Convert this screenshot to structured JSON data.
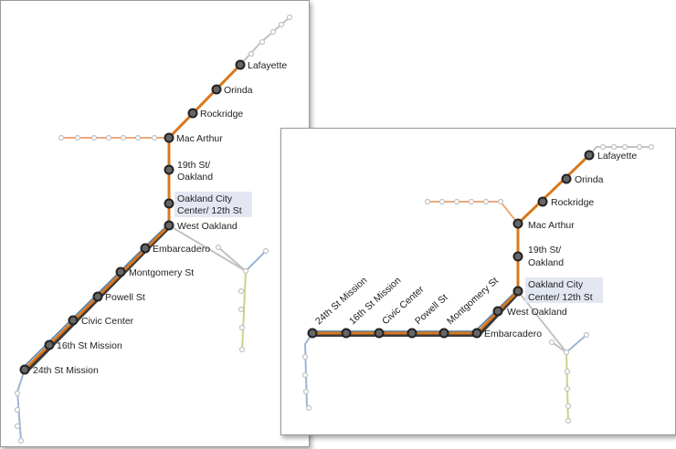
{
  "colors": {
    "trunk_orange": "#d9781e",
    "trunk_dark": "#3a3a3a",
    "trunk_blue": "#4a7aa6",
    "branch_orange": "#f0a878",
    "branch_gray": "#c2c2c2",
    "branch_yellow": "#cfd08c",
    "branch_blue": "#9bb6d6",
    "station_fill": "#666666",
    "station_ring": "#222222",
    "minor_stop": "#ffffff",
    "label_highlight": "#e3e7f2"
  },
  "left_map": {
    "stations": [
      {
        "name": "Lafayette"
      },
      {
        "name": "Orinda"
      },
      {
        "name": "Rockridge"
      },
      {
        "name": "Mac Arthur"
      },
      {
        "name": "19th St/ Oakland"
      },
      {
        "name": "Oakland City Center/ 12th St"
      },
      {
        "name": "West Oakland"
      },
      {
        "name": "Embarcadero"
      },
      {
        "name": "Montgomery St"
      },
      {
        "name": "Powell St"
      },
      {
        "name": "Civic Center"
      },
      {
        "name": "16th St Mission"
      },
      {
        "name": "24th St Mission"
      }
    ]
  },
  "right_map": {
    "stations": [
      {
        "name": "Lafayette"
      },
      {
        "name": "Orinda"
      },
      {
        "name": "Rockridge"
      },
      {
        "name": "Mac Arthur"
      },
      {
        "name": "19th St/ Oakland"
      },
      {
        "name": "Oakland City Center/ 12th St"
      },
      {
        "name": "West Oakland"
      },
      {
        "name": "Embarcadero"
      },
      {
        "name": "Montgomery St"
      },
      {
        "name": "Powell St"
      },
      {
        "name": "Civic Center"
      },
      {
        "name": "16th St Mission"
      },
      {
        "name": "24th St Mission"
      }
    ]
  }
}
